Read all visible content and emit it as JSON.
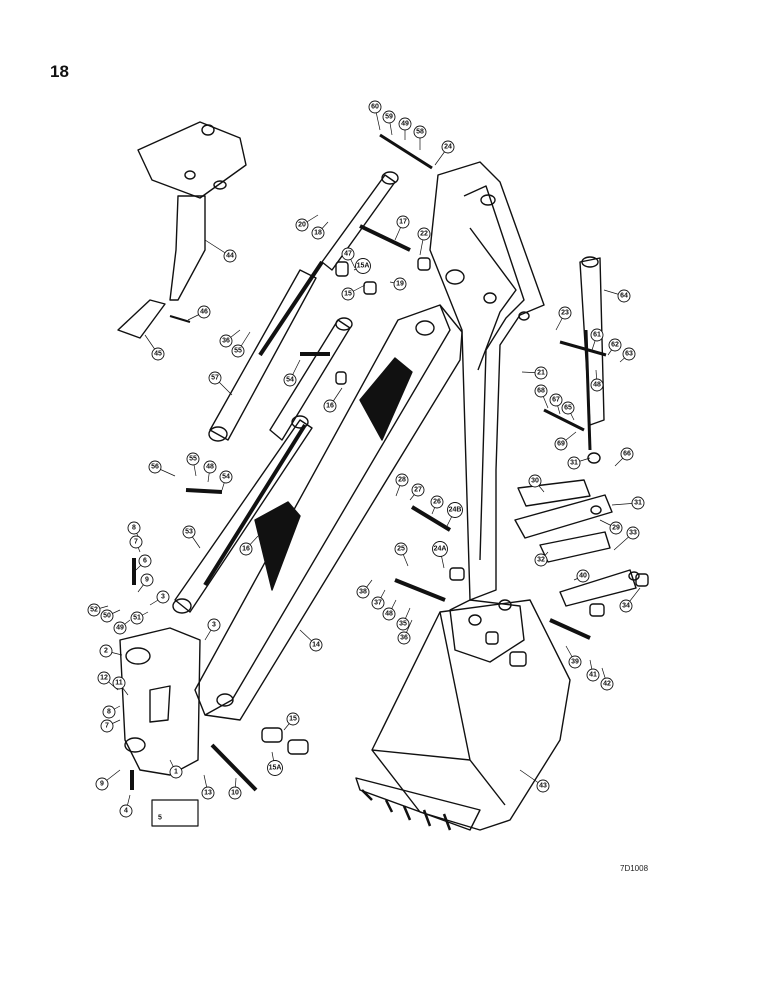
{
  "page_number": "18",
  "drawing_code": "7D1008",
  "callouts": {
    "c60": "60",
    "c59": "59",
    "c49a": "49",
    "c58": "58",
    "c24": "24",
    "c20": "20",
    "c18": "18",
    "c17": "17",
    "c22": "22",
    "c47": "47",
    "c15a_top": "15A",
    "c15_top": "15",
    "c19": "19",
    "c44": "44",
    "c46": "46",
    "c45": "45",
    "c36": "36",
    "c55a": "55",
    "c57": "57",
    "c54a": "54",
    "c16a": "16",
    "c64": "64",
    "c23": "23",
    "c61": "61",
    "c62": "62",
    "c63": "63",
    "c48a": "48",
    "c21": "21",
    "c68": "68",
    "c67": "67",
    "c65": "65",
    "c69": "69",
    "c31a": "31",
    "c66": "66",
    "c56": "56",
    "c55b": "55",
    "c48b": "48",
    "c54b": "54",
    "c30": "30",
    "c31b": "31",
    "c28": "28",
    "c27": "27",
    "c26": "26",
    "c24b": "24B",
    "c29": "29",
    "c33": "33",
    "c53": "53",
    "c16b": "16",
    "c24a": "24A",
    "c25": "25",
    "c32": "32",
    "c40": "40",
    "c34": "34",
    "c8": "8",
    "c7a": "7",
    "c6": "6",
    "c9a": "9",
    "c3a": "3",
    "c52": "52",
    "c50": "50",
    "c49b": "49",
    "c51": "51",
    "c38": "38",
    "c37": "37",
    "c48c": "48",
    "c35": "35",
    "c36b": "36",
    "c3b": "3",
    "c2": "2",
    "c14": "14",
    "c39": "39",
    "c41": "41",
    "c42": "42",
    "c12": "12",
    "c11": "11",
    "c8b": "8",
    "c7b": "7",
    "c15b": "15",
    "c15a_bot": "15A",
    "c9b": "9",
    "c1": "1",
    "c13": "13",
    "c10": "10",
    "c43": "43",
    "c4": "4",
    "c5": "5"
  }
}
